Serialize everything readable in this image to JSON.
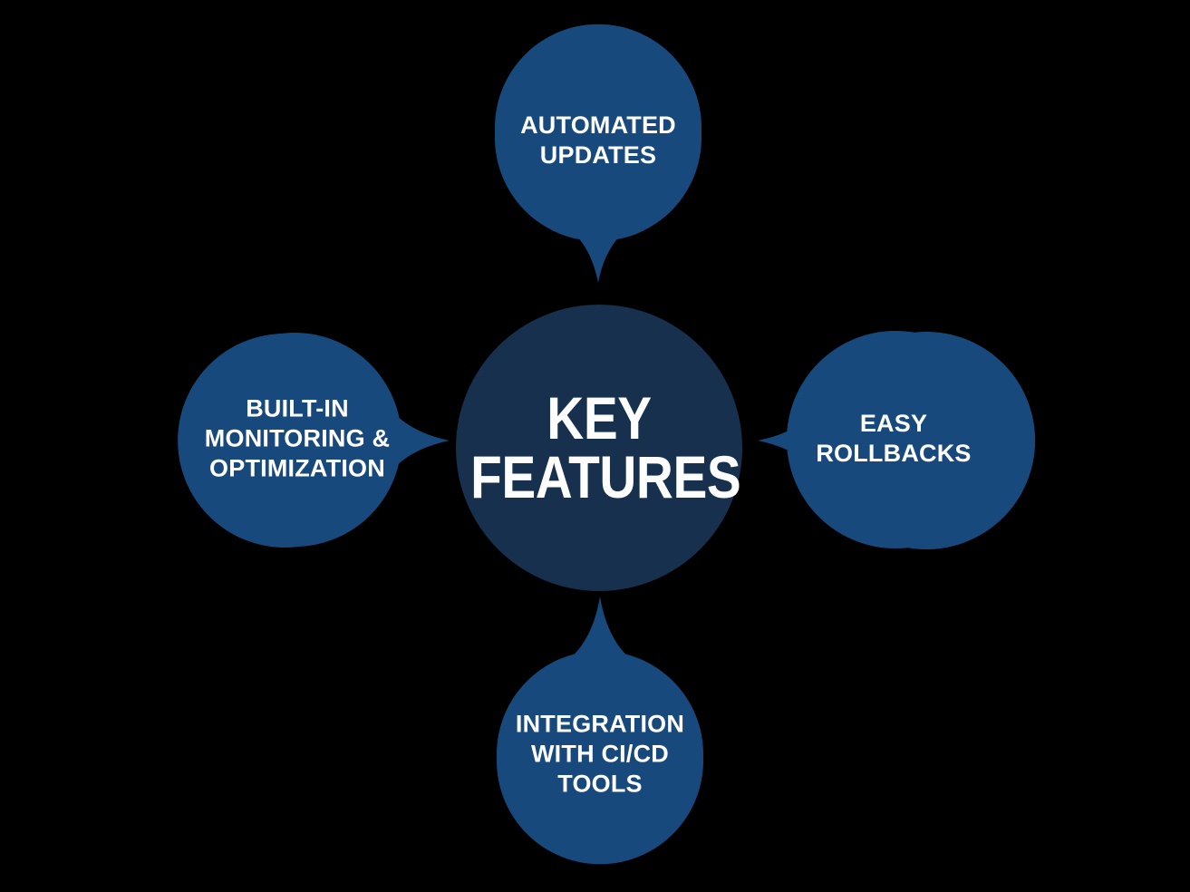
{
  "diagram": {
    "type": "hub-and-spoke",
    "background_color": "#000000",
    "center": {
      "label": "KEY\nFEATURES",
      "shape": "circle",
      "fill_color": "#16304d",
      "text_color": "#fdfdfd"
    },
    "node_fill_color": "#17497c",
    "node_text_color": "#ffffff",
    "nodes": [
      {
        "id": "automated-updates",
        "label": "AUTOMATED\nUPDATES",
        "position": "top",
        "shape": "teardrop-callout",
        "tail_direction": "down"
      },
      {
        "id": "easy-rollbacks",
        "label": "EASY\nROLLBACKS",
        "position": "right",
        "shape": "teardrop-callout",
        "tail_direction": "left"
      },
      {
        "id": "integration-with-ci-cd-tools",
        "label": "INTEGRATION\nWITH CI/CD\nTOOLS",
        "position": "bottom",
        "shape": "teardrop-callout",
        "tail_direction": "up"
      },
      {
        "id": "built-in-monitoring-optimization",
        "label": "BUILT-IN\nMONITORING &\nOPTIMIZATION",
        "position": "left",
        "shape": "teardrop-callout",
        "tail_direction": "right"
      }
    ]
  }
}
